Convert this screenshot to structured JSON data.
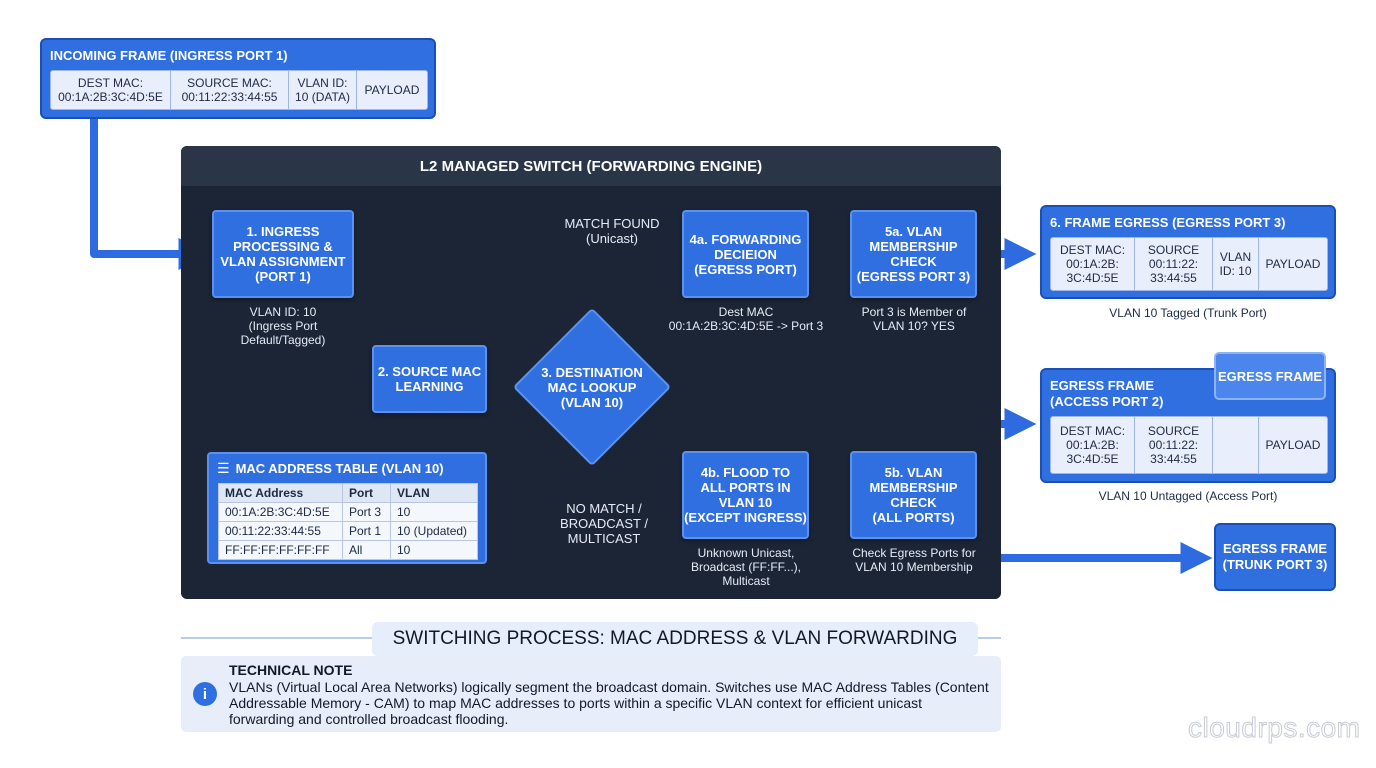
{
  "ingress": {
    "title": "INCOMING FRAME (INGRESS PORT 1)",
    "fields": [
      "DEST MAC:\n00:1A:2B:3C:4D:5E",
      "SOURCE MAC:\n00:11:22:33:44:55",
      "VLAN ID:\n10 (DATA)",
      "PAYLOAD"
    ]
  },
  "switch": {
    "title": "L2 MANAGED SWITCH (FORWARDING ENGINE)"
  },
  "steps": {
    "s1": {
      "label": "1. INGRESS\nPROCESSING &\nVLAN ASSIGNMENT\n(PORT 1)",
      "note": "VLAN ID: 10\n(Ingress Port\nDefault/Tagged)"
    },
    "s2": {
      "label": "2. SOURCE MAC\nLEARNING"
    },
    "s3": {
      "label": "3. DESTINATION\nMAC LOOKUP\n(VLAN 10)"
    },
    "s4a": {
      "label": "4a. FORWARDING\nDECIEION\n(EGRESS PORT)",
      "note": "Dest MAC\n00:1A:2B:3C:4D:5E -> Port 3"
    },
    "s5a": {
      "label": "5a. VLAN\nMEMBERSHIP\nCHECK\n(EGRESS PORT 3)",
      "note": "Port 3 is Member of\nVLAN 10? YES"
    },
    "s4b": {
      "label": "4b. FLOOD TO\nALL PORTS IN\nVLAN 10\n(EXCEPT INGRESS)",
      "note": "Unknown Unicast,\nBroadcast (FF:FF...),\nMulticast"
    },
    "s5b": {
      "label": "5b. VLAN\nMEMBERSHIP\nCHECK\n(ALL PORTS)",
      "note": "Check Egress Ports for\nVLAN 10 Membership"
    }
  },
  "branches": {
    "match": "MATCH FOUND\n(Unicast)",
    "nomatch": "NO MATCH /\nBROADCAST /\nMULTICAST"
  },
  "mac_table": {
    "title": "MAC ADDRESS TABLE (VLAN 10)",
    "headers": [
      "MAC Address",
      "Port",
      "VLAN"
    ],
    "rows": [
      [
        "00:1A:2B:3C:4D:5E",
        "Port 3",
        "10"
      ],
      [
        "00:11:22:33:44:55",
        "Port 1",
        "10 (Updated)"
      ],
      [
        "FF:FF:FF:FF:FF:FF",
        "All",
        "10"
      ]
    ]
  },
  "egress_trunk": {
    "title": "6. FRAME EGRESS (EGRESS PORT 3)",
    "fields": [
      "DEST MAC:\n00:1A:2B:\n3C:4D:5E",
      "SOURCE\n00:11:22:\n33:44:55",
      "VLAN\nID: 10",
      "PAYLOAD"
    ],
    "caption": "VLAN 10 Tagged (Trunk Port)"
  },
  "egress_access": {
    "title": "EGRESS FRAME\n(ACCESS PORT 2)",
    "tab": "EGRESS FRAME",
    "fields": [
      "DEST MAC:\n00:1A:2B:\n3C:4D:5E",
      "SOURCE\n00:11:22:\n33:44:55",
      "",
      "PAYLOAD"
    ],
    "caption": "VLAN 10 Untagged (Access Port)"
  },
  "egress_trunk3": {
    "label": "EGRESS FRAME\n(TRUNK PORT 3)"
  },
  "main_title": "SWITCHING PROCESS: MAC ADDRESS & VLAN FORWARDING",
  "note": {
    "heading": "TECHNICAL NOTE",
    "body": "VLANs (Virtual Local Area Networks) logically segment the broadcast domain. Switches use MAC Address Tables (Content Addressable Memory - CAM) to map MAC addresses to ports within a specific VLAN context for efficient unicast forwarding and controlled broadcast flooding."
  },
  "watermark": "cloudrps.com",
  "colors": {
    "accent": "#2f6fe0",
    "panel": "#1c2535",
    "arrow": "#2e6ae0"
  }
}
